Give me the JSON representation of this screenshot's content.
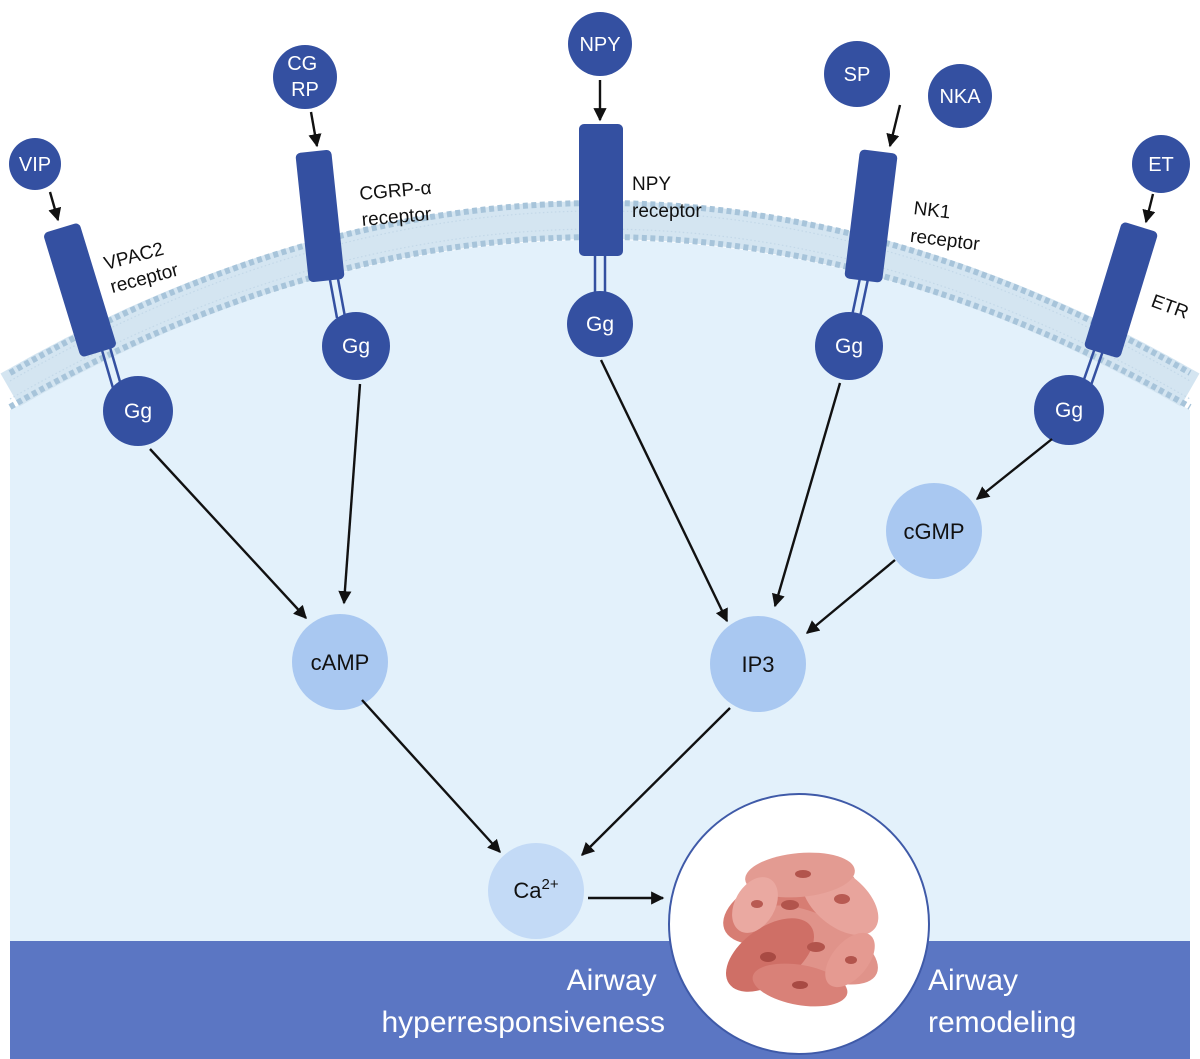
{
  "colors": {
    "cell_fill": "#e3f1fb",
    "membrane": "#b7d2e6",
    "receptor": "#3450a1",
    "ligand": "#3450a1",
    "messenger": "#a9c8f1",
    "calcium": "#c3daf6",
    "bottom_band": "#5b76c3",
    "arrow": "#111111"
  },
  "ligands": {
    "vip": "VIP",
    "cgrp_line1": "CG",
    "cgrp_line2": "RP",
    "npy": "NPY",
    "sp": "SP",
    "nka": "NKA",
    "et": "ET"
  },
  "receptors": {
    "vpac2_line1": "VPAC2",
    "vpac2_line2": "receptor",
    "cgrp_line1": "CGRP-α",
    "cgrp_line2": "receptor",
    "npy_line1": "NPY",
    "npy_line2": "receptor",
    "nk1_line1": "NK1",
    "nk1_line2": "receptor",
    "etr": "ETR"
  },
  "g_protein": "Gg",
  "messengers": {
    "camp": "cAMP",
    "ip3": "IP3",
    "cgmp": "cGMP",
    "calcium_base": "Ca",
    "calcium_sup": "2+"
  },
  "outcomes": {
    "left_line1": "Airway",
    "left_line2": "hyperresponsiveness",
    "right_line1": "Airway",
    "right_line2": "remodeling"
  }
}
